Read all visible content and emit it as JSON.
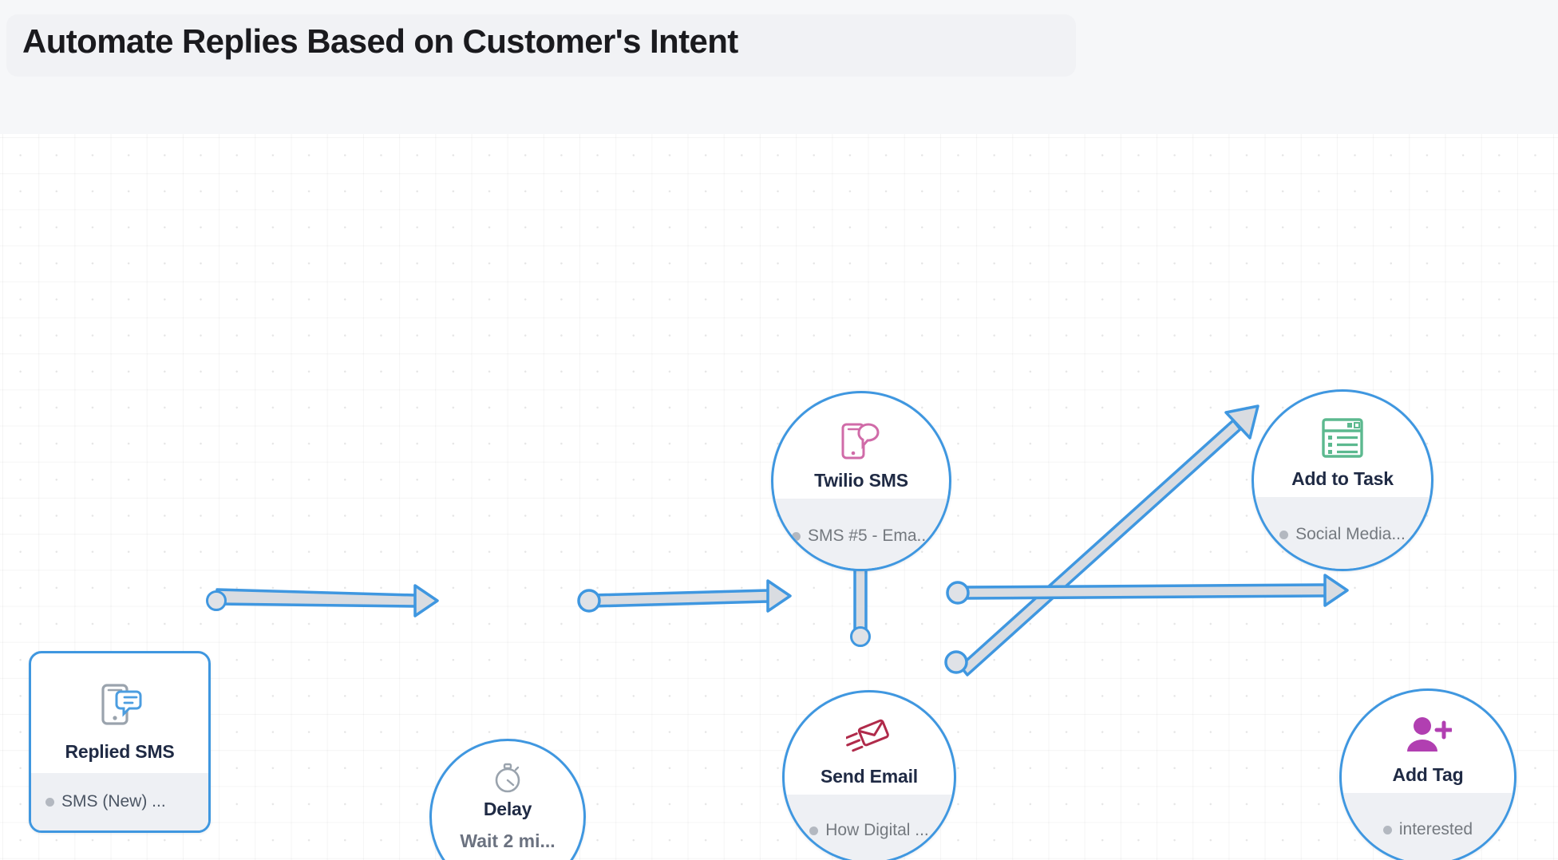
{
  "header": {
    "title": "Automate Replies Based on Customer's Intent"
  },
  "canvas": {
    "accent_color": "#3f97e0",
    "edge_fill_color": "#d9dce1",
    "grid": "dotted-grid"
  },
  "nodes": [
    {
      "id": "replied-sms",
      "shape": "rounded-square",
      "title": "Replied SMS",
      "footer_text": "SMS (New) ...",
      "icon": "phone-chat-icon",
      "icon_color": "#9aa3ad",
      "accent_color": "#3f97e0"
    },
    {
      "id": "delay",
      "shape": "circle",
      "title": "Delay",
      "subtitle": "Wait  2 mi...",
      "icon": "stopwatch-icon",
      "icon_color": "#9aa3ad",
      "accent_color": "#3f97e0"
    },
    {
      "id": "send-email",
      "shape": "circle",
      "title": "Send Email",
      "footer_text": "How Digital ...",
      "icon": "flying-envelope-icon",
      "icon_color": "#b02a4a",
      "accent_color": "#3f97e0"
    },
    {
      "id": "twilio-sms",
      "shape": "circle",
      "title": "Twilio SMS",
      "footer_text": "SMS #5 - Ema...",
      "icon": "phone-chat-icon",
      "icon_color": "#d06ba8",
      "accent_color": "#3f97e0"
    },
    {
      "id": "add-to-task",
      "shape": "circle",
      "title": "Add to Task",
      "footer_text": "Social Media...",
      "icon": "task-list-icon",
      "icon_color": "#5cb98f",
      "accent_color": "#3f97e0"
    },
    {
      "id": "add-tag",
      "shape": "circle",
      "title": "Add Tag",
      "footer_text": "interested",
      "icon": "person-plus-icon",
      "icon_color": "#b13fb1",
      "accent_color": "#3f97e0"
    }
  ],
  "edges": [
    {
      "id": "replied-sms-to-delay",
      "from": "replied-sms",
      "to": "delay"
    },
    {
      "id": "delay-to-send-email",
      "from": "delay",
      "to": "send-email"
    },
    {
      "id": "send-email-to-twilio-sms",
      "from": "send-email",
      "to": "twilio-sms"
    },
    {
      "id": "send-email-to-add-to-task",
      "from": "send-email",
      "to": "add-to-task"
    },
    {
      "id": "send-email-to-add-tag",
      "from": "send-email",
      "to": "add-tag"
    }
  ]
}
